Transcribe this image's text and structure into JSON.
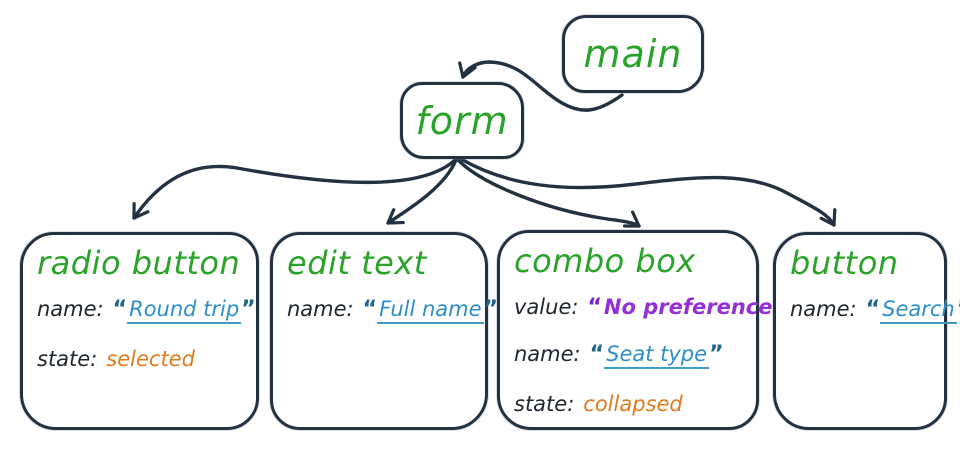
{
  "colors": {
    "stroke": "#243140",
    "green": "#2ba32b",
    "blue": "#2e8ec7",
    "blue_dark": "#20648f",
    "orange": "#df7b1e",
    "purple": "#9430d4",
    "purple_dark": "#7a22c4",
    "label_color": "#20262e"
  },
  "punct": {
    "open_quote": "“",
    "close_quote": "”"
  },
  "nodes": {
    "root": {
      "label": "main"
    },
    "parent": {
      "label": "form"
    },
    "children": [
      {
        "title": "radio button",
        "rows": [
          {
            "label": "name:",
            "value": "Round trip",
            "quoted": true,
            "underlined": true,
            "color": "blue"
          },
          {
            "label": "state:",
            "value": "selected",
            "quoted": false,
            "underlined": false,
            "color": "orange"
          }
        ]
      },
      {
        "title": "edit text",
        "rows": [
          {
            "label": "name:",
            "value": "Full name",
            "quoted": true,
            "underlined": true,
            "color": "blue"
          }
        ]
      },
      {
        "title": "combo box",
        "rows": [
          {
            "label": "value:",
            "value": "No preference",
            "quoted": true,
            "underlined": false,
            "color": "purple"
          },
          {
            "label": "name:",
            "value": "Seat type",
            "quoted": true,
            "underlined": true,
            "color": "blue"
          },
          {
            "label": "state:",
            "value": "collapsed",
            "quoted": false,
            "underlined": false,
            "color": "orange"
          }
        ]
      },
      {
        "title": "button",
        "rows": [
          {
            "label": "name:",
            "value": "Search",
            "quoted": true,
            "underlined": true,
            "color": "blue"
          }
        ]
      }
    ]
  },
  "edges": [
    {
      "from": "main",
      "to": "form"
    },
    {
      "from": "form",
      "to": "radio button"
    },
    {
      "from": "form",
      "to": "edit text"
    },
    {
      "from": "form",
      "to": "combo box"
    },
    {
      "from": "form",
      "to": "button"
    }
  ]
}
